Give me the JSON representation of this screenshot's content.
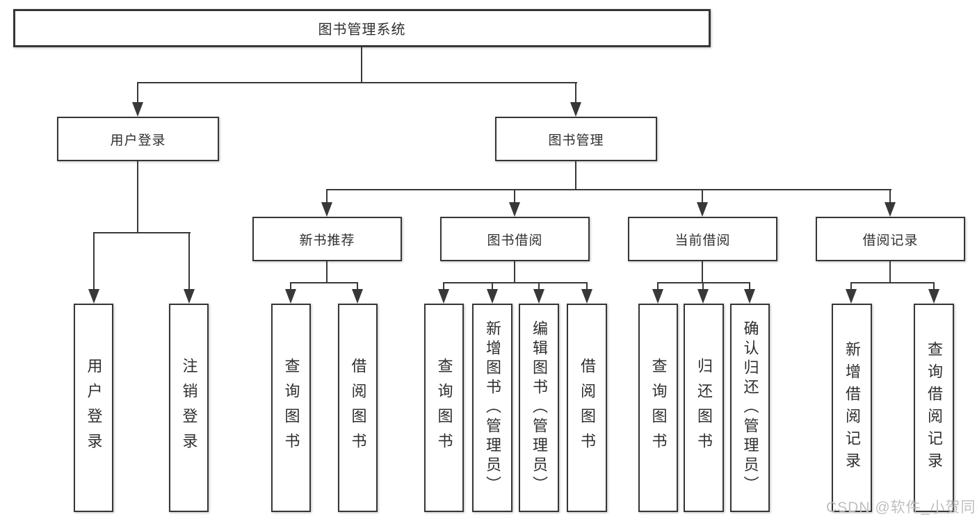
{
  "diagram_type": "hierarchy-tree",
  "colors": {
    "line": "#383838",
    "box_border": "#363636",
    "text": "#2f2f2f",
    "watermark": "#bfbfbf",
    "background": "#ffffff"
  },
  "tree": {
    "label": "图书管理系统",
    "children": [
      {
        "label": "用户登录",
        "children": [
          {
            "label": "用户登录"
          },
          {
            "label": "注销登录"
          }
        ]
      },
      {
        "label": "图书管理",
        "children": [
          {
            "label": "新书推荐",
            "children": [
              {
                "label": "查询图书"
              },
              {
                "label": "借阅图书"
              }
            ]
          },
          {
            "label": "图书借阅",
            "children": [
              {
                "label": "查询图书"
              },
              {
                "label": "新增图书（管理员）"
              },
              {
                "label": "编辑图书（管理员）"
              },
              {
                "label": "借阅图书"
              }
            ]
          },
          {
            "label": "当前借阅",
            "children": [
              {
                "label": "查询图书"
              },
              {
                "label": "归还图书"
              },
              {
                "label": "确认归还（管理员）"
              }
            ]
          },
          {
            "label": "借阅记录",
            "children": [
              {
                "label": "新增借阅记录"
              },
              {
                "label": "查询借阅记录"
              }
            ]
          }
        ]
      }
    ]
  },
  "watermark": {
    "text": "CSDN @软件_小贺同学"
  }
}
